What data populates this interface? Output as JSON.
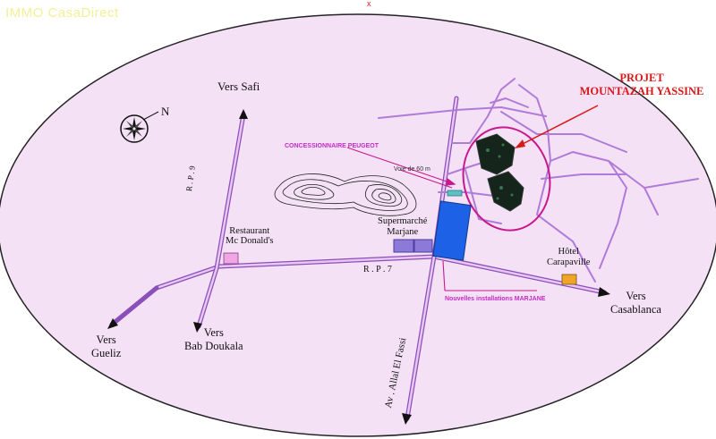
{
  "watermark": "IMMO CasaDirect",
  "project_title": {
    "line1": "PROJET",
    "line2": "MOUNTAZAH YASSINE"
  },
  "labels": {
    "vers_safi": "Vers Safi",
    "rp9": "R . P . 9",
    "restaurant": [
      "Restaurant",
      "Mc Donald's"
    ],
    "supermarche": [
      "Supermarché",
      "Marjane"
    ],
    "concessionnaire": "CONCESSIONNAIRE PEUGEOT",
    "voie": "Voie de 60 m",
    "rp7": "R . P . 7",
    "nouvelles": "Nouvelles installations MARJANE",
    "hotel": [
      "Hôtel",
      "Carapaville"
    ],
    "vers_casablanca": [
      "Vers",
      "Casablanca"
    ],
    "vers_gueliz": [
      "Vers",
      "Gueliz"
    ],
    "vers_bab": [
      "Vers",
      "Bab Doukala"
    ],
    "avenue": "Av . Allal El Fassi",
    "north": "N"
  },
  "colors": {
    "background": "#f5e1f6",
    "road": "#c08be0",
    "road_outline": "#8a4fb8",
    "highlight": "#c8188d",
    "arrow_red": "#d61919",
    "marjane_blue": "#1d62e6",
    "marjane_parking": "#8b7ad8",
    "restaurant_pink": "#f0a6e3",
    "hotel_orange": "#f0a529"
  }
}
